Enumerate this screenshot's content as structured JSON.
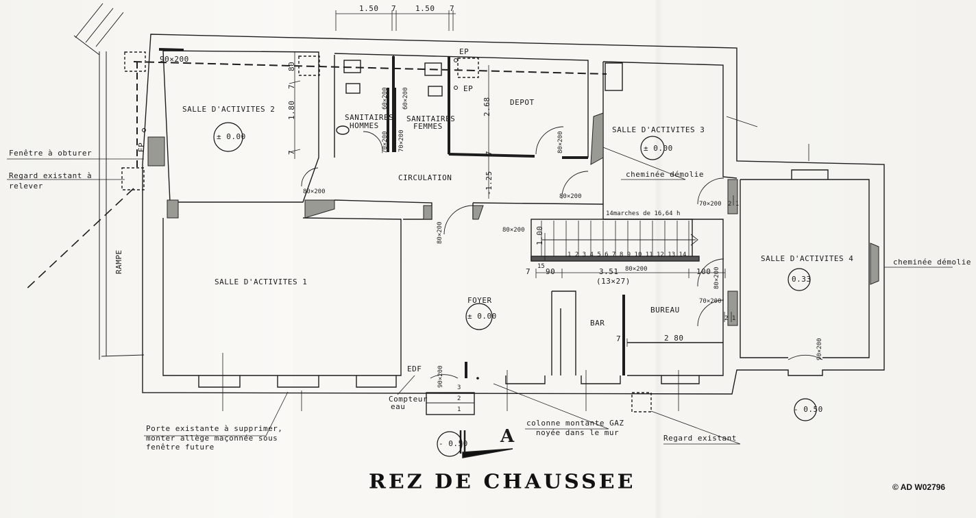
{
  "title": "REZ DE CHAUSSEE",
  "copyright": "© AD W02796",
  "rooms": {
    "salle2": {
      "name": "SALLE D'ACTIVITES 2",
      "level": "± 0.00"
    },
    "sanitaires_hommes": {
      "line1": "SANITAIRES",
      "line2": "HOMMES"
    },
    "sanitaires_femmes": {
      "line1": "SANITAIRES",
      "line2": "FEMMES"
    },
    "depot": {
      "name": "DEPOT"
    },
    "salle3": {
      "name": "SALLE D'ACTIVITES 3",
      "level": "± 0.00"
    },
    "circulation": {
      "name": "CIRCULATION"
    },
    "salle1": {
      "name": "SALLE D'ACTIVITES 1"
    },
    "foyer": {
      "name": "FOYER",
      "level": "± 0.00"
    },
    "bar": {
      "name": "BAR"
    },
    "bureau": {
      "name": "BUREAU"
    },
    "salle4": {
      "name": "SALLE D'ACTIVITES 4",
      "level": "0.33"
    }
  },
  "levels": {
    "exterior_east": "- 0.50",
    "exterior_north": "- 0.50"
  },
  "dimensions": {
    "top_1": "1.50",
    "top_2": "1.50",
    "top_wall": "7",
    "window_90x200": "90×200",
    "v_80": "80",
    "v_180": "1.80",
    "v_268": "2.68",
    "v_minus_125": "-1.25",
    "v_100": "1.00",
    "d15": "15",
    "h_90": "90",
    "h_351": "3.51",
    "h_13x27": "(13×27)",
    "h_100": "100",
    "h_280": "2 80",
    "two_one": "2 1"
  },
  "doors": {
    "d60x200": "60×200",
    "d70x200": "70×200",
    "d80x200": "80×200",
    "d90x200": "90×200"
  },
  "stairs": {
    "steps": "1  2  3  4  5  6  7  8  9 10 11 12 13 14"
  },
  "steps": {
    "s1": "1",
    "s2": "2",
    "s3": "3"
  },
  "annotations": {
    "ep": "EP",
    "edf": "EDF",
    "rampe": "RAMPE",
    "stairs": "14marches de 16,64 h",
    "north": "A"
  },
  "callouts": {
    "fenetre": "Fenêtre à obturer",
    "regard_relever_1": "Regard existant à",
    "regard_relever_2": "relever",
    "cheminee": "cheminée démolie",
    "compteur_1": "Compteur",
    "compteur_2": "eau",
    "porte_1": "Porte existante à supprimer,",
    "porte_2": "monter allège maçonnée sous",
    "porte_3": "fenêtre future",
    "gaz_1": "colonne montante GAZ",
    "gaz_2": "noyée dans le mur",
    "regard": "Regard existant"
  }
}
